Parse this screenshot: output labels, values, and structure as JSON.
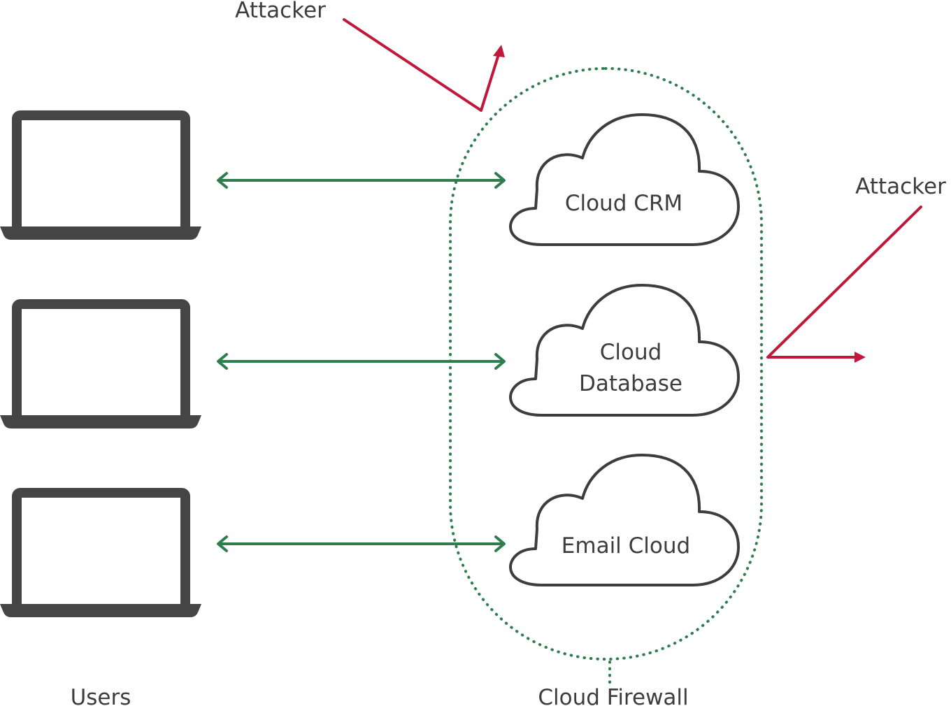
{
  "labels": {
    "attacker_top": "Attacker",
    "attacker_right": "Attacker",
    "users": "Users",
    "firewall": "Cloud Firewall"
  },
  "clouds": [
    {
      "lines": [
        "Cloud CRM"
      ]
    },
    {
      "lines": [
        "Cloud",
        "Database"
      ]
    },
    {
      "lines": [
        "Email Cloud"
      ]
    }
  ],
  "colors": {
    "connection": "#2e7d4f",
    "attack": "#c0183a",
    "outline": "#3d3d3d",
    "device": "#454545"
  },
  "icons": {
    "user_device": "laptop-icon",
    "service": "cloud-icon"
  }
}
